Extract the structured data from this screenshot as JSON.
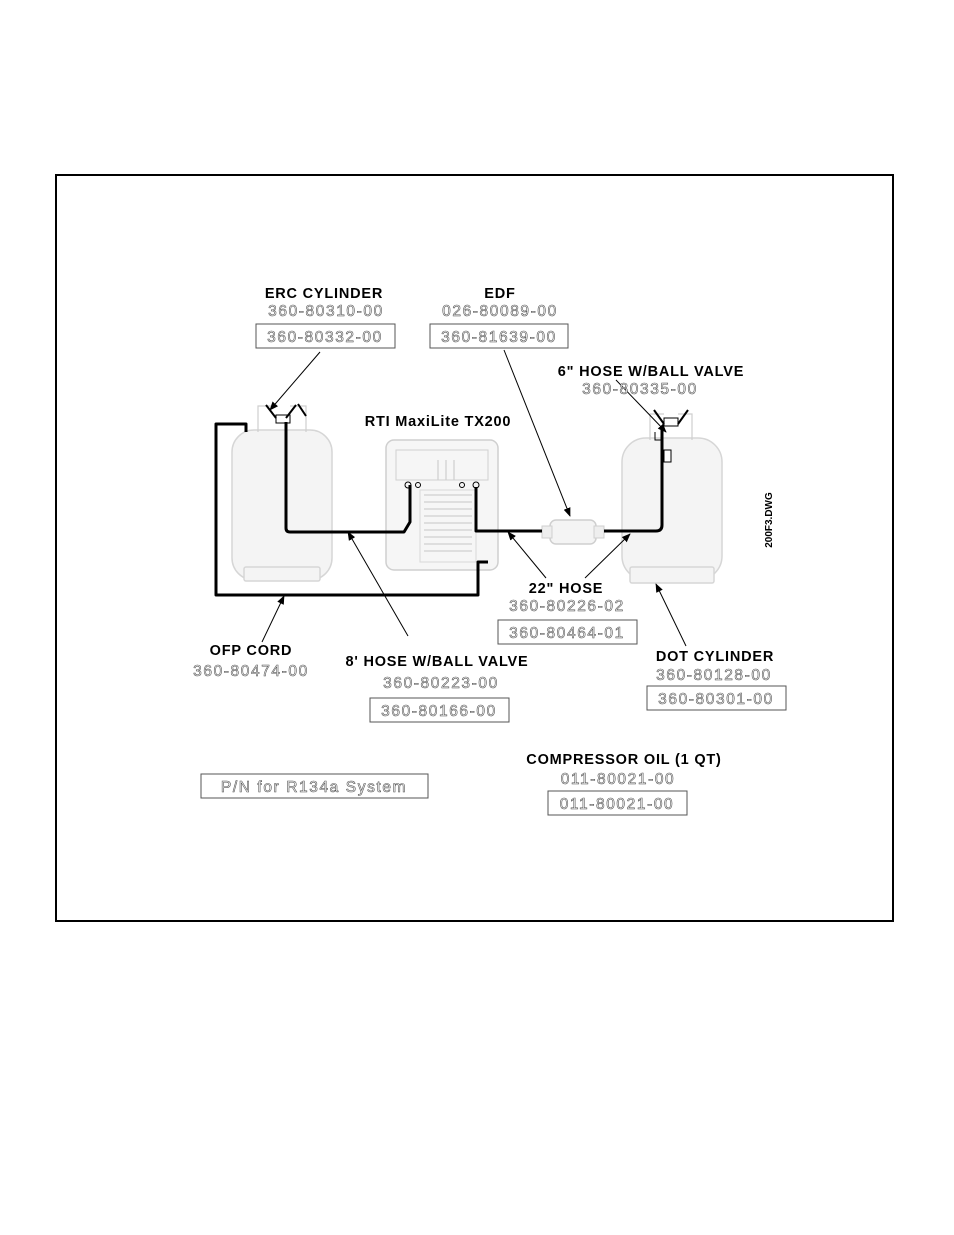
{
  "diagram": {
    "machine_title": "RTI MaxiLite TX200",
    "drawing_id": "200F3.DWG",
    "legend_note": "P/N for R134a System",
    "components": {
      "erc_cylinder": {
        "title": "ERC CYLINDER",
        "pn1": "360-80310-00",
        "pn2": "360-80332-00"
      },
      "edf": {
        "title": "EDF",
        "pn1": "026-80089-00",
        "pn2": "360-81639-00"
      },
      "hose_6in": {
        "title": "6\" HOSE W/BALL VALVE",
        "pn1": "360-80335-00"
      },
      "hose_22in": {
        "title": "22\" HOSE",
        "pn1": "360-80226-02",
        "pn2": "360-80464-01"
      },
      "dot_cylinder": {
        "title": "DOT CYLINDER",
        "pn1": "360-80128-00",
        "pn2": "360-80301-00"
      },
      "ofp_cord": {
        "title": "OFP CORD",
        "pn1": "360-80474-00"
      },
      "hose_8ft": {
        "title": "8' HOSE W/BALL VALVE",
        "pn1": "360-80223-00",
        "pn2": "360-80166-00"
      },
      "compressor_oil": {
        "title": "COMPRESSOR OIL (1 QT)",
        "pn1": "011-80021-00",
        "pn2": "011-80021-00"
      }
    }
  }
}
